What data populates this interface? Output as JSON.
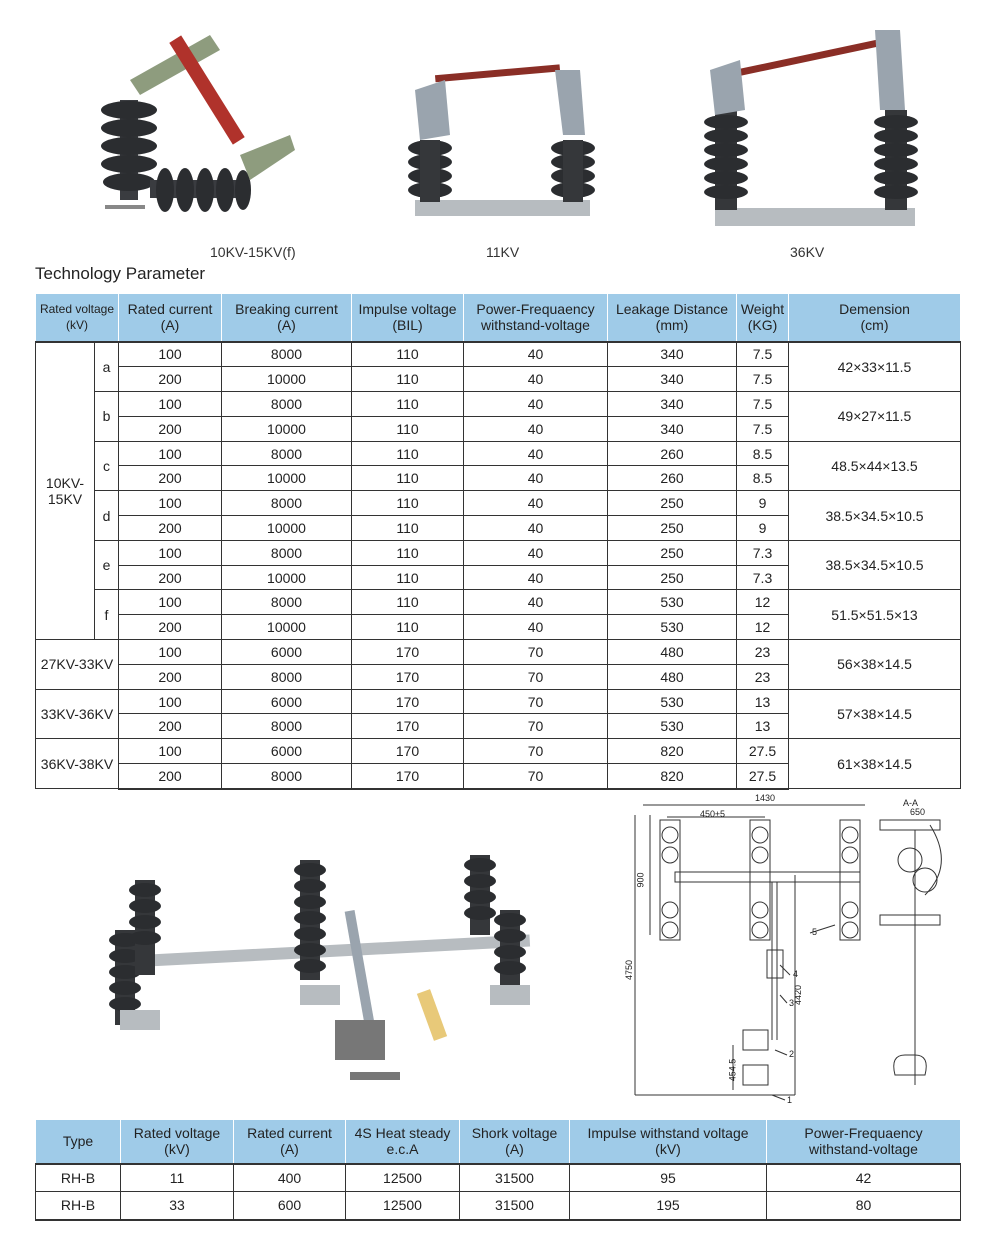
{
  "product_captions": [
    "10KV-15KV(f)",
    "11KV",
    "36KV"
  ],
  "section_title": "Technology Parameter",
  "table1": {
    "headers": [
      [
        "Rated voltage",
        "(kV)"
      ],
      [
        "Rated current",
        "(A)"
      ],
      [
        "Breaking current",
        "(A)"
      ],
      [
        "Impulse voltage",
        "(BIL)"
      ],
      [
        "Power-Frequaency",
        "withstand-voltage"
      ],
      [
        "Leakage Distance",
        "(mm)"
      ],
      [
        "Weight",
        "(KG)"
      ],
      [
        "Demension",
        "(cm)"
      ]
    ],
    "groups": [
      {
        "voltage": "10KV-15KV",
        "subgroups": [
          {
            "code": "a",
            "dimension": "42×33×11.5",
            "rows": [
              [
                "100",
                "8000",
                "110",
                "40",
                "340",
                "7.5"
              ],
              [
                "200",
                "10000",
                "110",
                "40",
                "340",
                "7.5"
              ]
            ]
          },
          {
            "code": "b",
            "dimension": "49×27×11.5",
            "rows": [
              [
                "100",
                "8000",
                "110",
                "40",
                "340",
                "7.5"
              ],
              [
                "200",
                "10000",
                "110",
                "40",
                "340",
                "7.5"
              ]
            ]
          },
          {
            "code": "c",
            "dimension": "48.5×44×13.5",
            "rows": [
              [
                "100",
                "8000",
                "110",
                "40",
                "260",
                "8.5"
              ],
              [
                "200",
                "10000",
                "110",
                "40",
                "260",
                "8.5"
              ]
            ]
          },
          {
            "code": "d",
            "dimension": "38.5×34.5×10.5",
            "rows": [
              [
                "100",
                "8000",
                "110",
                "40",
                "250",
                "9"
              ],
              [
                "200",
                "10000",
                "110",
                "40",
                "250",
                "9"
              ]
            ]
          },
          {
            "code": "e",
            "dimension": "38.5×34.5×10.5",
            "rows": [
              [
                "100",
                "8000",
                "110",
                "40",
                "250",
                "7.3"
              ],
              [
                "200",
                "10000",
                "110",
                "40",
                "250",
                "7.3"
              ]
            ]
          },
          {
            "code": "f",
            "dimension": "51.5×51.5×13",
            "rows": [
              [
                "100",
                "8000",
                "110",
                "40",
                "530",
                "12"
              ],
              [
                "200",
                "10000",
                "110",
                "40",
                "530",
                "12"
              ]
            ]
          }
        ]
      },
      {
        "voltage": "27KV-33KV",
        "dimension": "56×38×14.5",
        "rows": [
          [
            "100",
            "6000",
            "170",
            "70",
            "480",
            "23"
          ],
          [
            "200",
            "8000",
            "170",
            "70",
            "480",
            "23"
          ]
        ]
      },
      {
        "voltage": "33KV-36KV",
        "dimension": "57×38×14.5",
        "rows": [
          [
            "100",
            "6000",
            "170",
            "70",
            "530",
            "13"
          ],
          [
            "200",
            "8000",
            "170",
            "70",
            "530",
            "13"
          ]
        ]
      },
      {
        "voltage": "36KV-38KV",
        "dimension": "61×38×14.5",
        "rows": [
          [
            "100",
            "6000",
            "170",
            "70",
            "820",
            "27.5"
          ],
          [
            "200",
            "8000",
            "170",
            "70",
            "820",
            "27.5"
          ]
        ]
      }
    ]
  },
  "drawing": {
    "dims": {
      "width": "1430",
      "pitch": "450±5",
      "height": "900",
      "total": "4750",
      "handle": "4420",
      "base": "454.5",
      "section": "A-A",
      "side": "650"
    },
    "callouts": [
      "1",
      "2",
      "3",
      "4",
      "5"
    ]
  },
  "table2": {
    "headers": [
      [
        "Type"
      ],
      [
        "Rated voltage",
        "(kV)"
      ],
      [
        "Rated current",
        "(A)"
      ],
      [
        "4S Heat steady",
        "e.c.A"
      ],
      [
        "Shork voltage",
        "(A)"
      ],
      [
        "Impulse withstand voltage",
        "(kV)"
      ],
      [
        "Power-Frequaency",
        "withstand-voltage"
      ]
    ],
    "rows": [
      [
        "RH-B",
        "11",
        "400",
        "12500",
        "31500",
        "95",
        "42"
      ],
      [
        "RH-B",
        "33",
        "600",
        "12500",
        "31500",
        "195",
        "80"
      ]
    ]
  },
  "colors": {
    "header_bg": "#9fcbe8",
    "insulator": "#2a2c2f",
    "galvanized": "#b7bcc0",
    "fuse_tube": "#b0322b"
  }
}
